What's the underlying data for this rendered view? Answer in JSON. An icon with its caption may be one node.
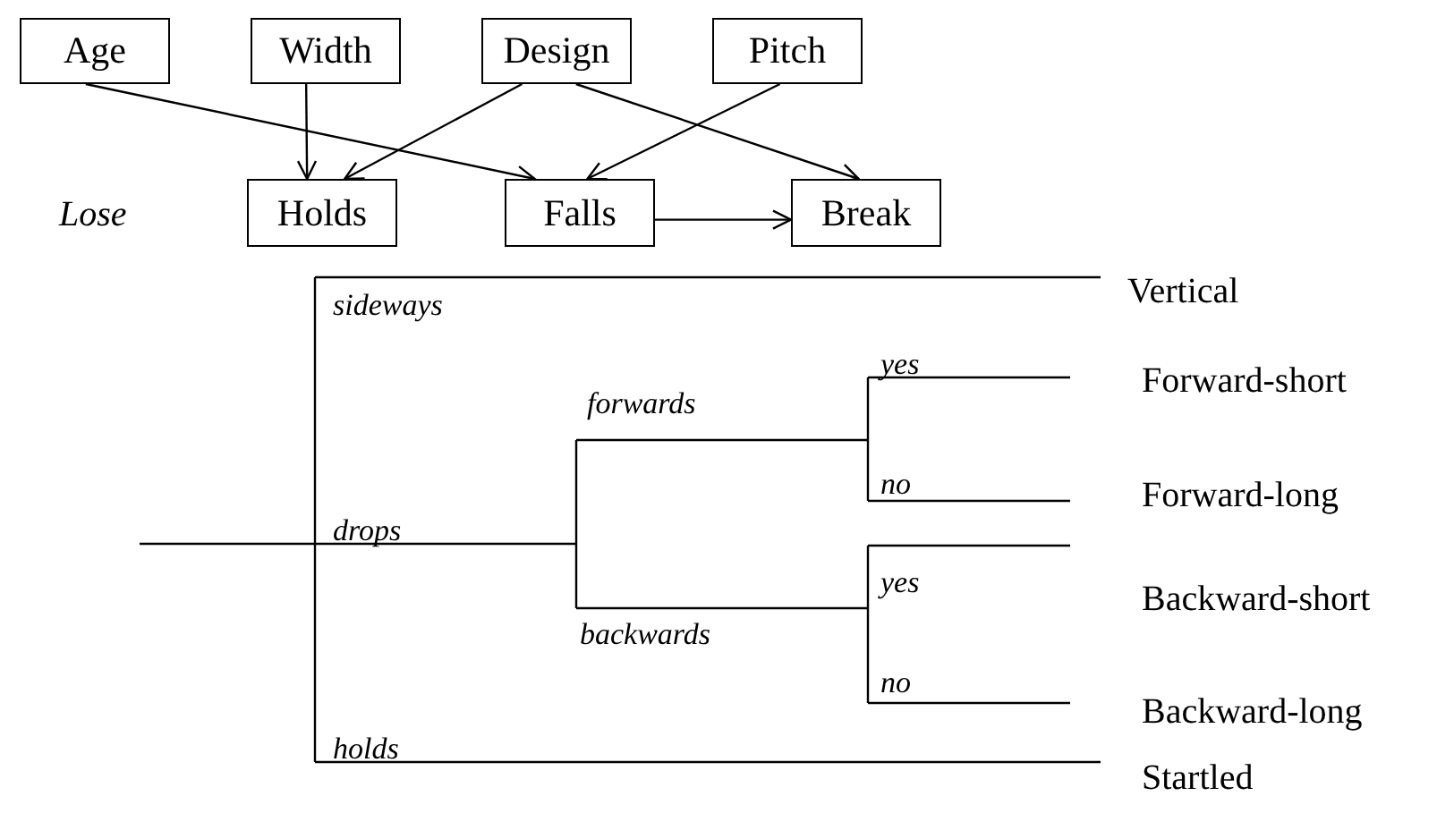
{
  "diagram": {
    "nodes": [
      {
        "text": [
          "Age"
        ]
      },
      {
        "text": [
          "Width"
        ]
      },
      {
        "text": [
          "Design"
        ]
      },
      {
        "text": [
          "Pitch"
        ]
      },
      {
        "text": [
          "Holds"
        ]
      },
      {
        "text": [
          "Falls"
        ]
      },
      {
        "text": [
          "Break"
        ]
      }
    ],
    "edges": [
      {
        "from": 0,
        "to": 5,
        "arrow": "to"
      },
      {
        "from": 1,
        "to": 4,
        "arrow": "to"
      },
      {
        "from": 2,
        "to": 4,
        "arrow": "to"
      },
      {
        "from": 2,
        "to": 6,
        "arrow": "to"
      },
      {
        "from": 3,
        "to": 5,
        "arrow": "to"
      },
      {
        "from": 5,
        "to": 6,
        "arrow": "to"
      }
    ],
    "labels": [
      "Lose",
      "Vertical",
      "sideways",
      "yes",
      "Forward-short",
      "forwards",
      "no",
      "Forward-long",
      "drops",
      "yes",
      "Backward-short",
      "backwards",
      "no",
      "Backward-long",
      "holds",
      "Startled"
    ]
  }
}
